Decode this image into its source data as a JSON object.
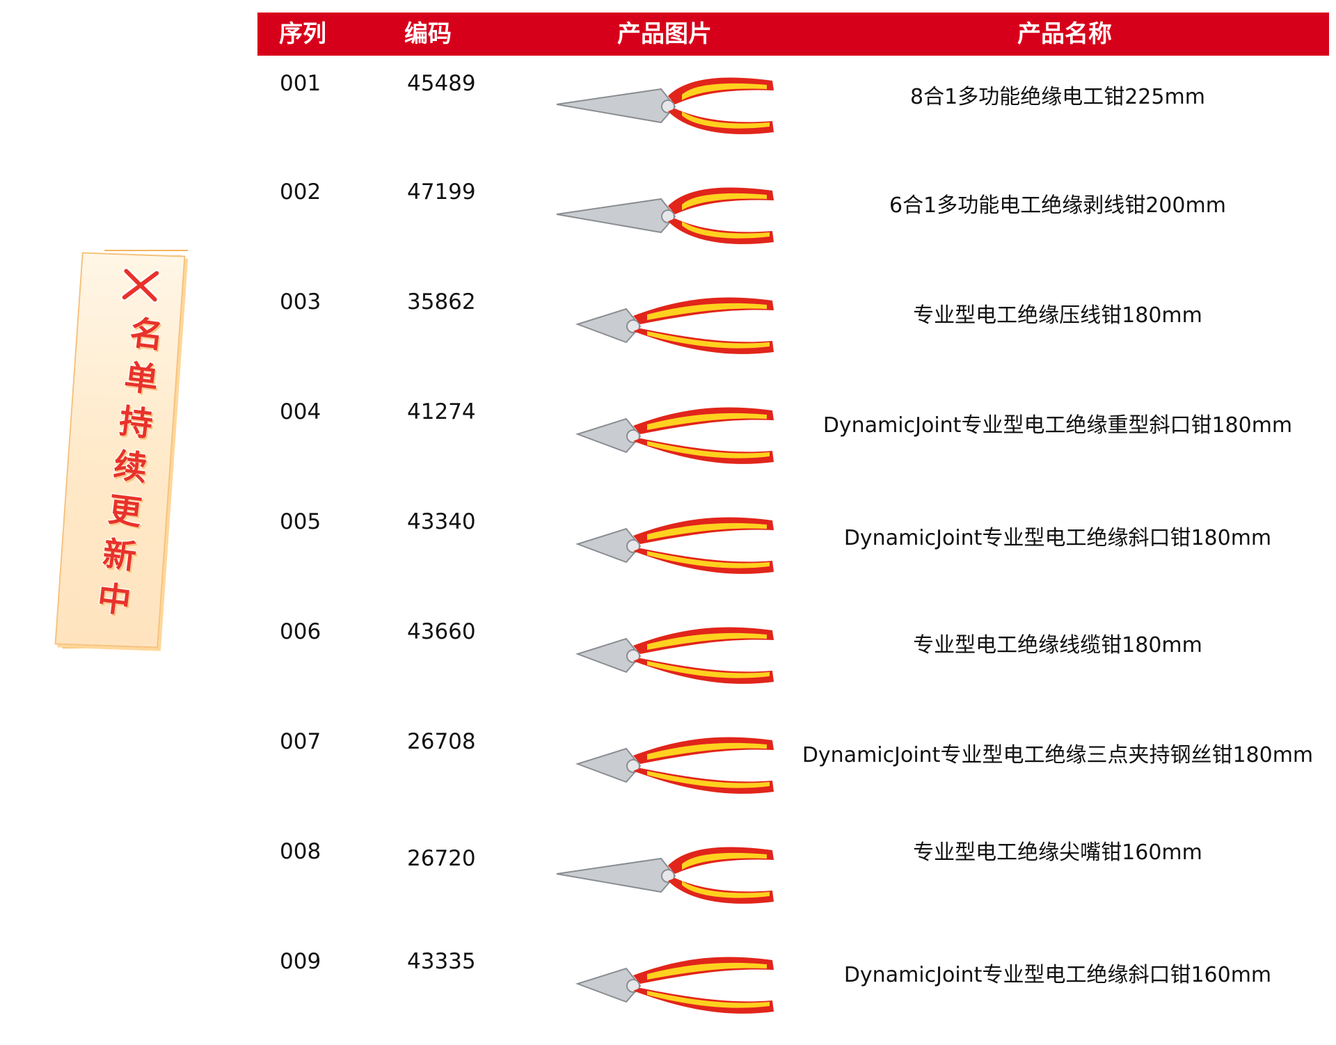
{
  "banner": {
    "chars": [
      "名",
      "单",
      "持",
      "续",
      "更",
      "新",
      "中"
    ]
  },
  "table": {
    "headers": {
      "seq": "序列",
      "code": "编码",
      "image": "产品图片",
      "name": "产品名称"
    },
    "rows": [
      {
        "seq": "001",
        "code": "45489",
        "name": "8合1多功能绝缘电工钳225mm",
        "tool": "wire-multi-tool"
      },
      {
        "seq": "002",
        "code": "47199",
        "name": "6合1多功能电工绝缘剥线钳200mm",
        "tool": "wire-stripper"
      },
      {
        "seq": "003",
        "code": "35862",
        "name": "专业型电工绝缘压线钳180mm",
        "tool": "crimping-pliers"
      },
      {
        "seq": "004",
        "code": "41274",
        "name": "DynamicJoint专业型电工绝缘重型斜口钳180mm",
        "tool": "heavy-diagonal-cutter"
      },
      {
        "seq": "005",
        "code": "43340",
        "name": "DynamicJoint专业型电工绝缘斜口钳180mm",
        "tool": "diagonal-cutter"
      },
      {
        "seq": "006",
        "code": "43660",
        "name": "专业型电工绝缘线缆钳180mm",
        "tool": "cable-cutter"
      },
      {
        "seq": "007",
        "code": "26708",
        "name": "DynamicJoint专业型电工绝缘三点夹持钢丝钳180mm",
        "tool": "combination-pliers"
      },
      {
        "seq": "008",
        "code": "26720",
        "name": "专业型电工绝缘尖嘴钳160mm",
        "tool": "needle-nose-pliers"
      },
      {
        "seq": "009",
        "code": "43335",
        "name": "DynamicJoint专业型电工绝缘斜口钳160mm",
        "tool": "diagonal-cutter-small"
      }
    ]
  },
  "colors": {
    "header_red": "#d7001b",
    "handle_red": "#e1251b",
    "handle_yellow": "#ffd21f",
    "metal": "#c9ccd1",
    "banner_text": "#e8322b"
  }
}
